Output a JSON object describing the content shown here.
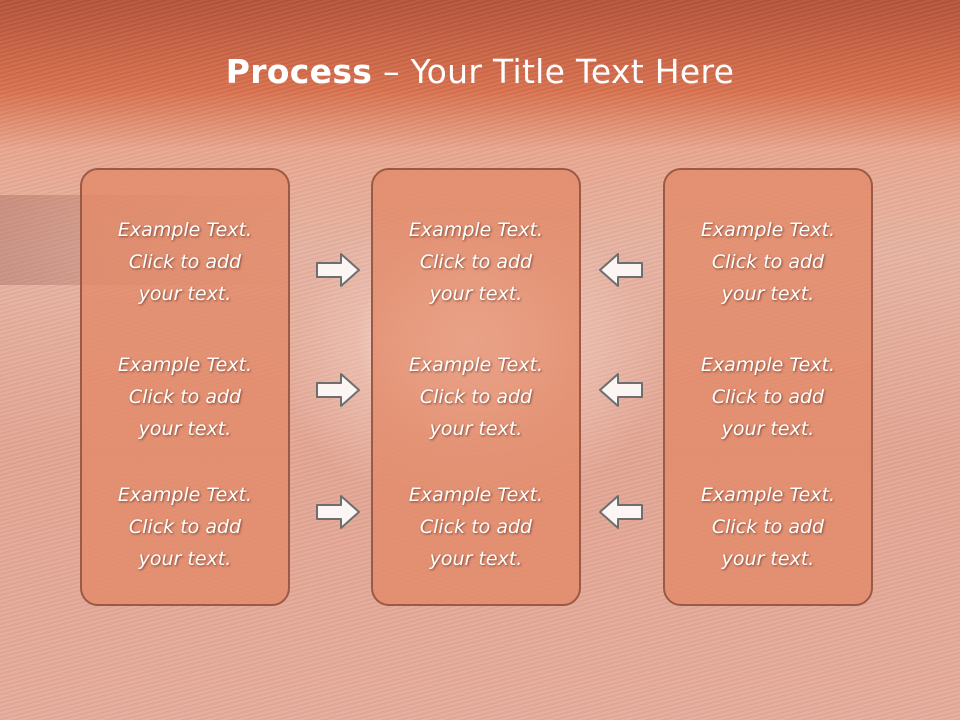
{
  "title": {
    "bold": "Process",
    "rest": " – Your Title Text Here"
  },
  "columns": [
    {
      "items": [
        {
          "l1": "Example Text.",
          "l2": "Click  to add",
          "l3": "your text."
        },
        {
          "l1": "Example Text.",
          "l2": "Click  to add",
          "l3": "your text."
        },
        {
          "l1": "Example Text.",
          "l2": "Click  to add",
          "l3": "your text."
        }
      ]
    },
    {
      "items": [
        {
          "l1": "Example Text.",
          "l2": "Click  to add",
          "l3": "your text."
        },
        {
          "l1": "Example Text.",
          "l2": "Click  to add",
          "l3": "your text."
        },
        {
          "l1": "Example Text.",
          "l2": "Click  to add",
          "l3": "your text."
        }
      ]
    },
    {
      "items": [
        {
          "l1": "Example Text.",
          "l2": "Click  to add",
          "l3": "your text."
        },
        {
          "l1": "Example Text.",
          "l2": "Click  to add",
          "l3": "your text."
        },
        {
          "l1": "Example Text.",
          "l2": "Click  to add",
          "l3": "your text."
        }
      ]
    }
  ],
  "icons": {
    "right": "arrow-right-icon",
    "left": "arrow-left-icon"
  },
  "colors": {
    "box_fill": "#e3896a",
    "box_border": "#9a5a45",
    "text": "#ffffff",
    "header": "#d9714e"
  }
}
